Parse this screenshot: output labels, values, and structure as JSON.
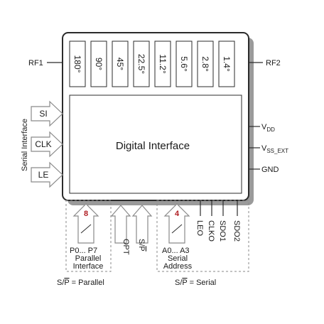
{
  "pins": {
    "rf1": "RF1",
    "rf2": "RF2",
    "vdd": "V",
    "vdd_sub": "DD",
    "vss": "V",
    "vss_sub": "SS_EXT",
    "gnd": "GND"
  },
  "core": {
    "title": "Digital Interface",
    "attenuator_bits": [
      "180°",
      "90°",
      "45°",
      "22.5°",
      "11.2°",
      "5.6°",
      "2.8°",
      "1.4°"
    ]
  },
  "serial_interface": {
    "label": "Serial Interface",
    "inputs": [
      "SI",
      "CLK",
      "LE"
    ]
  },
  "parallel_group": {
    "bus_width": "8",
    "range": "P0... P7",
    "name_line1": "Parallel",
    "name_line2": "Interface",
    "mode": "S/P = Parallel"
  },
  "controls": {
    "opt": "OPT",
    "sp": "S/P"
  },
  "serial_group": {
    "bus_width": "4",
    "range": "A0... A3",
    "name_line1": "Serial",
    "name_line2": "Address",
    "outputs": [
      "LEO",
      "CLKO",
      "SDO1",
      "SDO2"
    ],
    "mode": "S/P = Serial"
  },
  "colors": {
    "outline": "#2b2b2b",
    "shadow": "#9a9a9a",
    "arrow_fill": "#ffffff",
    "bus_number": "#b01e23",
    "dashed": "#8a8a8a"
  }
}
